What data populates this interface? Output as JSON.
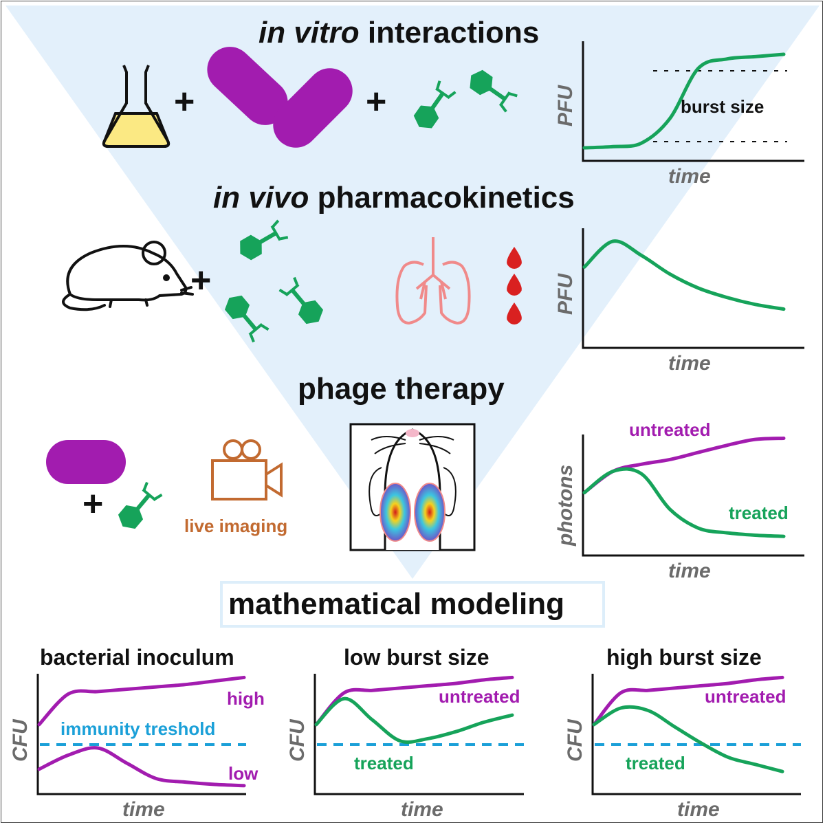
{
  "sections": {
    "in_vitro": {
      "title_italic": "in vitro",
      "title_rest": " interactions"
    },
    "in_vivo": {
      "title_italic": "in vivo",
      "title_rest": " pharmacokinetics"
    },
    "phage_therapy": {
      "title": "phage therapy",
      "live_imaging_label": "live imaging"
    },
    "modeling": {
      "title": "mathematical modeling"
    }
  },
  "plus_sign": "+",
  "icons": [
    "flask-icon",
    "bacteria-icon",
    "phage-icon",
    "mouse-icon",
    "lungs-icon",
    "blood-drop-icon",
    "video-camera-icon",
    "mouse-lung-imaging-icon"
  ],
  "colors": {
    "phage": "#16a35a",
    "bacteria": "#a21caf",
    "threshold": "#1ba0d8",
    "camera": "#c26a30",
    "triangle": "#e3f0fb",
    "blood": "#d92020",
    "lungs": "#f08a8a"
  },
  "chart_data": [
    {
      "type": "line",
      "xlabel": "time",
      "ylabel": "PFU",
      "annotation": "burst size",
      "series": [
        {
          "values": [
            0.1,
            0.11,
            0.14,
            0.35,
            0.78,
            0.86,
            0.88,
            0.9
          ]
        }
      ]
    },
    {
      "type": "line",
      "xlabel": "time",
      "ylabel": "PFU",
      "series": [
        {
          "values": [
            0.68,
            0.9,
            0.78,
            0.62,
            0.5,
            0.42,
            0.36,
            0.32
          ]
        }
      ]
    },
    {
      "type": "line",
      "xlabel": "time",
      "ylabel": "photons",
      "series": [
        {
          "name": "untreated",
          "values": [
            0.52,
            0.7,
            0.76,
            0.8,
            0.86,
            0.92,
            0.97,
            0.98
          ]
        },
        {
          "name": "treated",
          "values": [
            0.52,
            0.7,
            0.68,
            0.38,
            0.22,
            0.18,
            0.16,
            0.15
          ]
        }
      ]
    },
    {
      "type": "line",
      "title": "bacterial inoculum",
      "xlabel": "time",
      "ylabel": "CFU",
      "threshold_label": "immunity treshold",
      "series": [
        {
          "name": "high",
          "values": [
            0.58,
            0.84,
            0.86,
            0.88,
            0.9,
            0.92,
            0.95,
            0.98
          ]
        },
        {
          "name": "low",
          "values": [
            0.2,
            0.32,
            0.38,
            0.25,
            0.12,
            0.09,
            0.07,
            0.06
          ]
        }
      ]
    },
    {
      "type": "line",
      "title": "low burst size",
      "xlabel": "time",
      "ylabel": "CFU",
      "series": [
        {
          "name": "untreated",
          "values": [
            0.58,
            0.85,
            0.87,
            0.89,
            0.91,
            0.93,
            0.96,
            0.98
          ]
        },
        {
          "name": "treated",
          "values": [
            0.58,
            0.8,
            0.62,
            0.44,
            0.46,
            0.52,
            0.6,
            0.66
          ]
        }
      ]
    },
    {
      "type": "line",
      "title": "high burst size",
      "xlabel": "time",
      "ylabel": "CFU",
      "series": [
        {
          "name": "untreated",
          "values": [
            0.58,
            0.85,
            0.87,
            0.89,
            0.91,
            0.93,
            0.96,
            0.98
          ]
        },
        {
          "name": "treated",
          "values": [
            0.58,
            0.72,
            0.7,
            0.56,
            0.42,
            0.3,
            0.24,
            0.18
          ]
        }
      ]
    }
  ]
}
